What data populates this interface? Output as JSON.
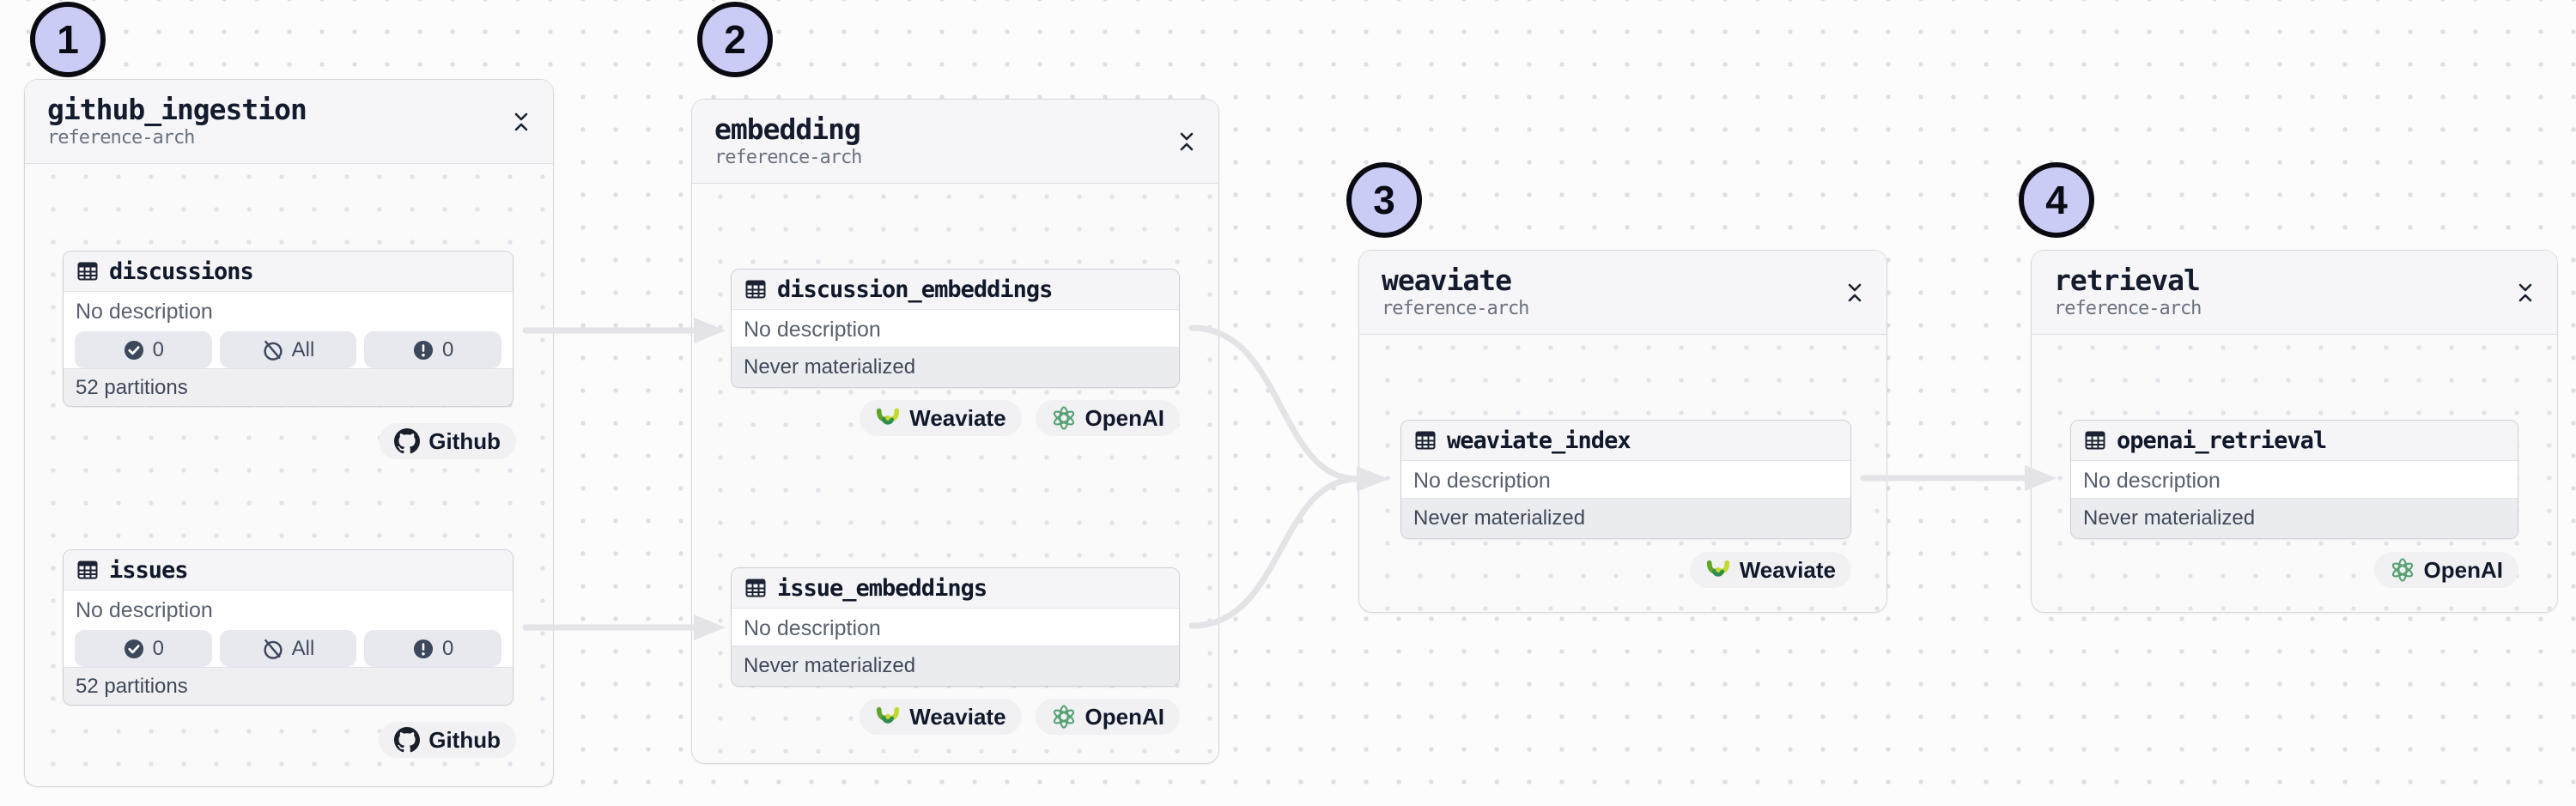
{
  "canvas": {
    "background": "#FCFCFD",
    "dot_color": "#DEDEE3"
  },
  "colors": {
    "edge": "#E3E3E8",
    "circle_fill": "#CBCCF5",
    "github_icon": "#191F2A",
    "weaviate_green_dark": "#61A229",
    "weaviate_lime": "#C2D92F",
    "weaviate_green": "#2F8C4E",
    "openai_green": "#57A273",
    "asset_header_bg": "#F5F5F7",
    "footer_bg": "#EBECEF"
  },
  "groups": [
    {
      "number": "1",
      "title": "github_ingestion",
      "subtitle": "reference-arch",
      "assets": [
        {
          "name": "discussions",
          "icon": "table-icon",
          "description": "No description",
          "stats": [
            {
              "icon": "check-circle-icon",
              "label": "0"
            },
            {
              "icon": "slash-circle-icon",
              "label": "All"
            },
            {
              "icon": "alert-circle-icon",
              "label": "0"
            }
          ],
          "footer": "52 partitions",
          "tags": [
            {
              "icon": "github-icon",
              "label": "Github"
            }
          ]
        },
        {
          "name": "issues",
          "icon": "table-icon",
          "description": "No description",
          "stats": [
            {
              "icon": "check-circle-icon",
              "label": "0"
            },
            {
              "icon": "slash-circle-icon",
              "label": "All"
            },
            {
              "icon": "alert-circle-icon",
              "label": "0"
            }
          ],
          "footer": "52 partitions",
          "tags": [
            {
              "icon": "github-icon",
              "label": "Github"
            }
          ]
        }
      ]
    },
    {
      "number": "2",
      "title": "embedding",
      "subtitle": "reference-arch",
      "assets": [
        {
          "name": "discussion_embeddings",
          "icon": "table-icon",
          "description": "No description",
          "footer": "Never materialized",
          "tags": [
            {
              "icon": "weaviate-icon",
              "label": "Weaviate"
            },
            {
              "icon": "openai-icon",
              "label": "OpenAI"
            }
          ]
        },
        {
          "name": "issue_embeddings",
          "icon": "table-icon",
          "description": "No description",
          "footer": "Never materialized",
          "tags": [
            {
              "icon": "weaviate-icon",
              "label": "Weaviate"
            },
            {
              "icon": "openai-icon",
              "label": "OpenAI"
            }
          ]
        }
      ]
    },
    {
      "number": "3",
      "title": "weaviate",
      "subtitle": "reference-arch",
      "assets": [
        {
          "name": "weaviate_index",
          "icon": "table-icon",
          "description": "No description",
          "footer": "Never materialized",
          "tags": [
            {
              "icon": "weaviate-icon",
              "label": "Weaviate"
            }
          ]
        }
      ]
    },
    {
      "number": "4",
      "title": "retrieval",
      "subtitle": "reference-arch",
      "assets": [
        {
          "name": "openai_retrieval",
          "icon": "table-icon",
          "description": "No description",
          "footer": "Never materialized",
          "tags": [
            {
              "icon": "openai-icon",
              "label": "OpenAI"
            }
          ]
        }
      ]
    }
  ],
  "edges": [
    {
      "from": "discussions",
      "to": "discussion_embeddings"
    },
    {
      "from": "issues",
      "to": "issue_embeddings"
    },
    {
      "from": "discussion_embeddings",
      "to": "weaviate_index"
    },
    {
      "from": "issue_embeddings",
      "to": "weaviate_index"
    },
    {
      "from": "weaviate_index",
      "to": "openai_retrieval"
    }
  ]
}
